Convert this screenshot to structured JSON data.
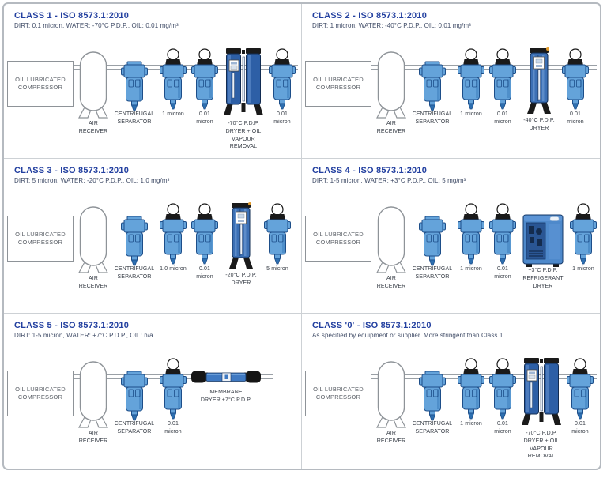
{
  "colors": {
    "title_blue": "#2340a0",
    "subtitle_text": "#3f4b66",
    "equipment_blue": "#64a3da",
    "tower_dark_blue": "#2d5fa6",
    "outline_navy": "#1d4e89",
    "pipe_gray": "#9aa0a6",
    "border_gray": "#b5bac0"
  },
  "panels": [
    {
      "title": "CLASS 1 - ISO 8573.1:2010",
      "subtitle": "DIRT: 0.1 micron, WATER: -70°C P.D.P., OIL: 0.01 mg/m³",
      "components": [
        {
          "type": "compressor",
          "label": "OIL LUBRICATED COMPRESSOR"
        },
        {
          "type": "receiver",
          "label": "AIR RECEIVER"
        },
        {
          "type": "separator",
          "label": "CENTRIFUGAL SEPARATOR"
        },
        {
          "type": "filter",
          "label": "1 micron"
        },
        {
          "type": "filter",
          "label": "0.01 micron"
        },
        {
          "type": "twin_dryer",
          "label": "-70°C P.D.P. DRYER + OIL VAPOUR REMOVAL"
        },
        {
          "type": "filter",
          "label": "0.01 micron"
        }
      ]
    },
    {
      "title": "CLASS 2 - ISO 8573.1:2010",
      "subtitle": "DIRT: 1 micron, WATER: -40°C P.D.P., OIL: 0.01 mg/m³",
      "components": [
        {
          "type": "compressor",
          "label": "OIL LUBRICATED COMPRESSOR"
        },
        {
          "type": "receiver",
          "label": "AIR RECEIVER"
        },
        {
          "type": "separator",
          "label": "CENTRIFUGAL SEPARATOR"
        },
        {
          "type": "filter",
          "label": "1 micron"
        },
        {
          "type": "filter",
          "label": "0.01 micron"
        },
        {
          "type": "single_dryer",
          "label": "-40°C P.D.P. DRYER"
        },
        {
          "type": "filter",
          "label": "0.01 micron"
        }
      ]
    },
    {
      "title": "CLASS 3 - ISO 8573.1:2010",
      "subtitle": "DIRT: 5 micron, WATER: -20°C P.D.P., OIL: 1.0 mg/m³",
      "components": [
        {
          "type": "compressor",
          "label": "OIL LUBRICATED COMPRESSOR"
        },
        {
          "type": "receiver",
          "label": "AIR RECEIVER"
        },
        {
          "type": "separator",
          "label": "CENTRIFUGAL SEPARATOR"
        },
        {
          "type": "filter",
          "label": "1.0 micron"
        },
        {
          "type": "filter",
          "label": "0.01 micron"
        },
        {
          "type": "single_dryer",
          "label": "-20°C P.D.P. DRYER"
        },
        {
          "type": "filter",
          "label": "5 micron"
        }
      ]
    },
    {
      "title": "CLASS 4 - ISO 8573.1:2010",
      "subtitle": "DIRT: 1-5 micron, WATER: +3°C P.D.P., OIL: 5 mg/m³",
      "components": [
        {
          "type": "compressor",
          "label": "OIL LUBRICATED COMPRESSOR"
        },
        {
          "type": "receiver",
          "label": "AIR RECEIVER"
        },
        {
          "type": "separator",
          "label": "CENTRIFUGAL SEPARATOR"
        },
        {
          "type": "filter",
          "label": "1 micron"
        },
        {
          "type": "filter",
          "label": "0.01 micron"
        },
        {
          "type": "fridge_dryer",
          "label": "+3°C P.D.P. REFRIGERANT DRYER"
        },
        {
          "type": "filter",
          "label": "1 micron"
        }
      ]
    },
    {
      "title": "CLASS 5 - ISO 8573.1:2010",
      "subtitle": "DIRT: 1-5 micron, WATER: +7°C P.D.P., OIL: n/a",
      "components": [
        {
          "type": "compressor",
          "label": "OIL LUBRICATED COMPRESSOR"
        },
        {
          "type": "receiver",
          "label": "AIR RECEIVER"
        },
        {
          "type": "separator",
          "label": "CENTRIFUGAL SEPARATOR"
        },
        {
          "type": "filter",
          "label": "0.01 micron"
        },
        {
          "type": "membrane_dryer",
          "label": "MEMBRANE DRYER +7°C P.D.P."
        }
      ]
    },
    {
      "title": "CLASS '0' - ISO 8573.1:2010",
      "subtitle": "As specified by equipment or supplier. More stringent than Class 1.",
      "components": [
        {
          "type": "compressor",
          "label": "OIL LUBRICATED COMPRESSOR"
        },
        {
          "type": "receiver",
          "label": "AIR RECEIVER"
        },
        {
          "type": "separator",
          "label": "CENTRIFUGAL SEPARATOR"
        },
        {
          "type": "filter",
          "label": "1 micron"
        },
        {
          "type": "filter",
          "label": "0.01 micron"
        },
        {
          "type": "twin_dryer",
          "label": "-70°C P.D.P. DRYER + OIL VAPOUR REMOVAL"
        },
        {
          "type": "filter",
          "label": "0.01 micron"
        }
      ]
    }
  ]
}
